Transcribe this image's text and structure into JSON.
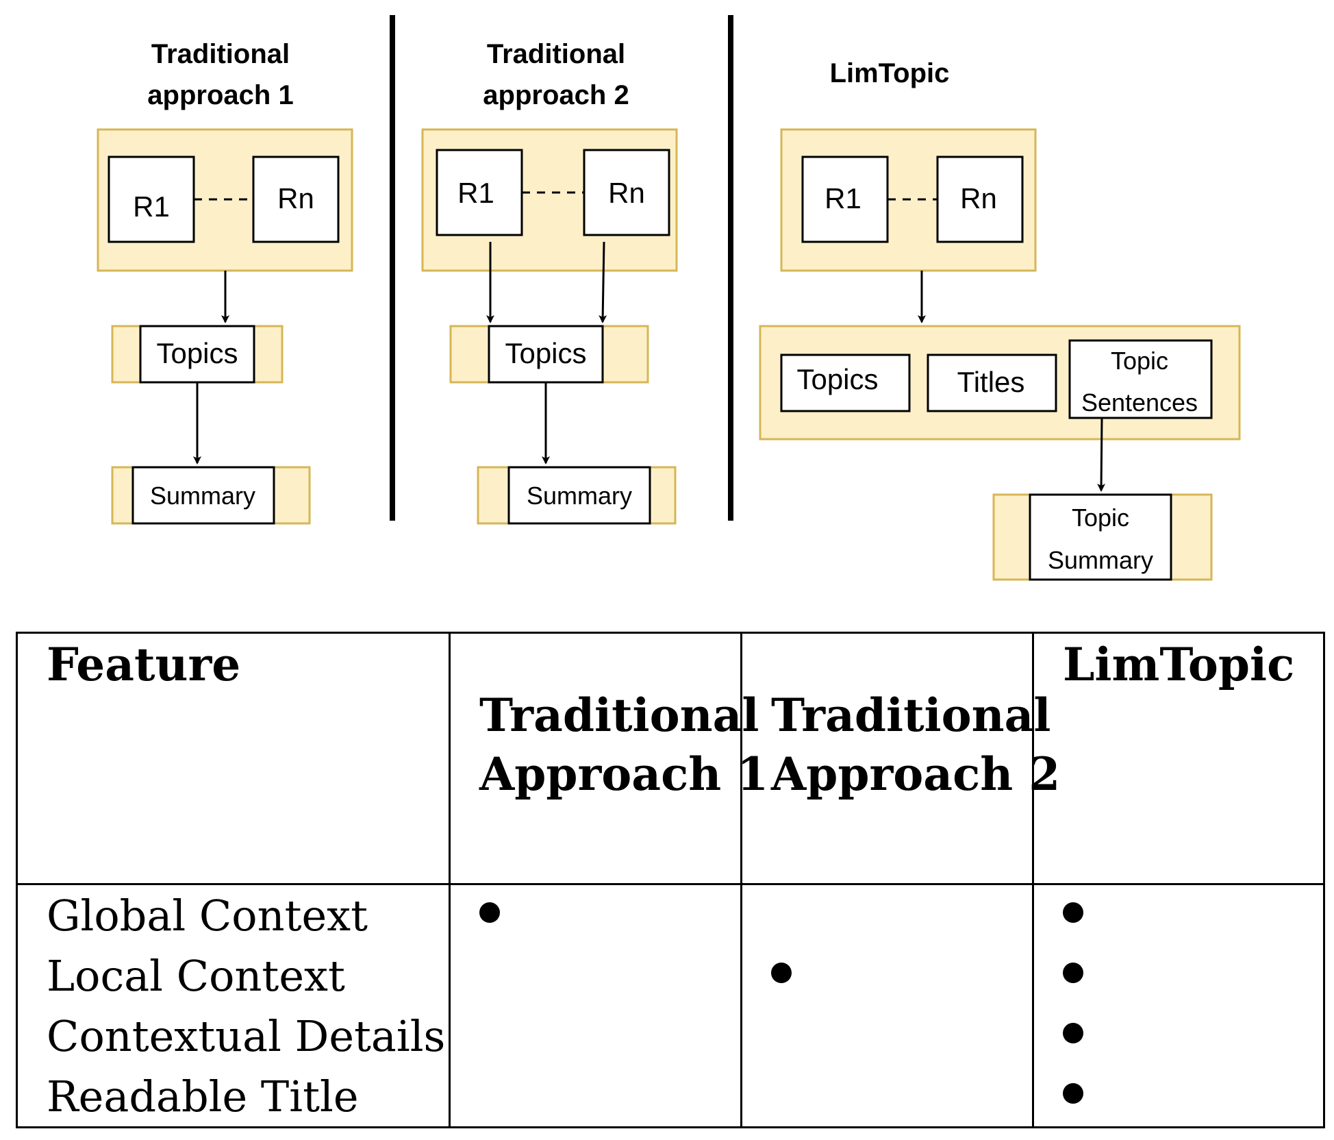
{
  "diagram": {
    "columns": [
      {
        "title_line1": "Traditional",
        "title_line2": "approach 1",
        "box_left": "R1",
        "box_right": "Rn",
        "topics": "Topics",
        "summary": "Summary"
      },
      {
        "title_line1": "Traditional",
        "title_line2": "approach 2",
        "box_left": "R1",
        "box_right": "Rn",
        "topics": "Topics",
        "summary": "Summary"
      },
      {
        "title": "LimTopic",
        "box_left": "R1",
        "box_right": "Rn",
        "topics": "Topics",
        "titles": "Titles",
        "topic_sentences_line1": "Topic",
        "topic_sentences_line2": "Sentences",
        "topic_summary_line1": "Topic",
        "topic_summary_line2": "Summary"
      }
    ],
    "colors": {
      "container_fill": "#fdf0c8",
      "container_border": "#d6b656",
      "stroke": "#000000"
    }
  },
  "table": {
    "headers": {
      "feature": "Feature",
      "app1_line1": "Traditional",
      "app1_line2": "Approach 1",
      "app2_line1": "Traditional",
      "app2_line2": "Approach 2",
      "limtopic": "LimTopic"
    },
    "rows": [
      {
        "feature": "Global Context",
        "app1": true,
        "app2": false,
        "limtopic": true
      },
      {
        "feature": "Local Context",
        "app1": false,
        "app2": true,
        "limtopic": true
      },
      {
        "feature": "Contextual Details",
        "app1": false,
        "app2": false,
        "limtopic": true
      },
      {
        "feature": "Readable Title",
        "app1": false,
        "app2": false,
        "limtopic": true
      }
    ]
  }
}
